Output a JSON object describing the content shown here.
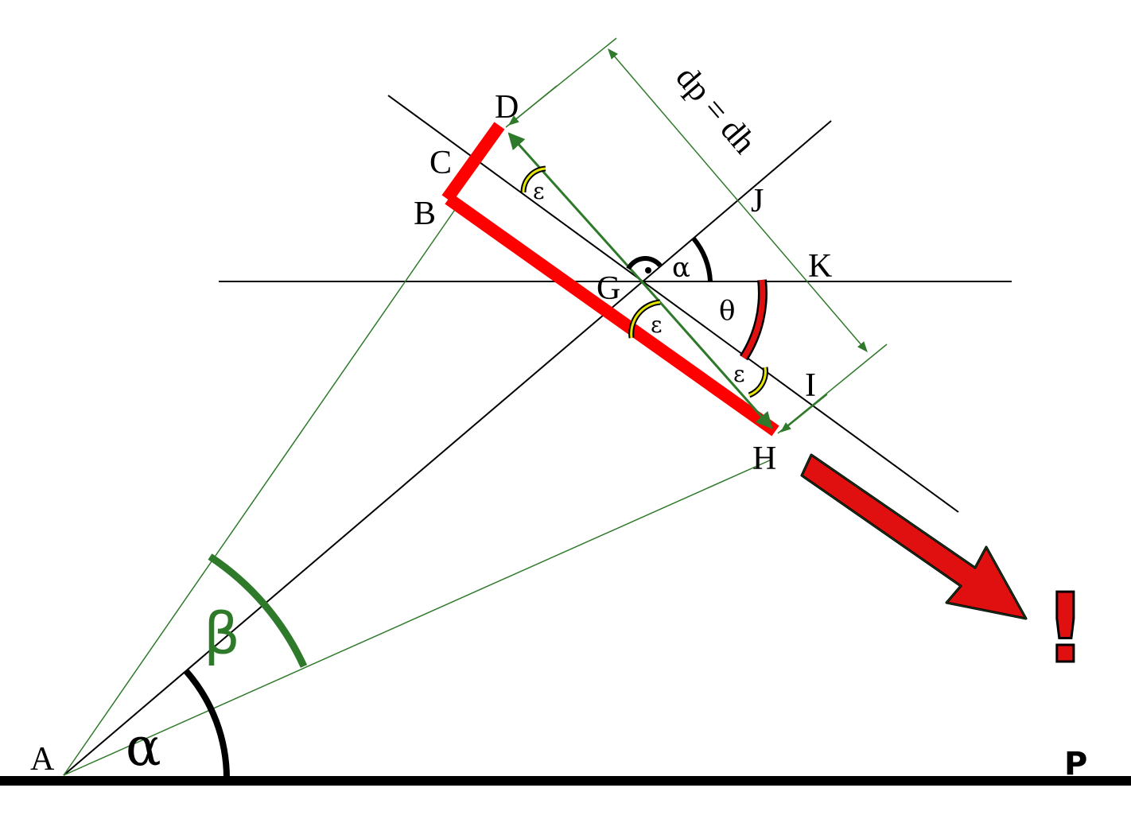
{
  "points": {
    "A": "A",
    "B": "B",
    "C": "C",
    "D": "D",
    "G": "G",
    "H": "H",
    "I": "I",
    "J": "J",
    "K": "K"
  },
  "angles": {
    "alpha": "α",
    "beta": "β",
    "theta": "θ",
    "epsilon": "ε"
  },
  "dimension_label": "dp = dh",
  "exclamation": "!",
  "corner_mark": "P",
  "colors": {
    "beam": "#ff0000",
    "construction": "#2f7a2a",
    "lines": "#000000",
    "epsilon_arc": "#e6e600",
    "theta_arc": "#e01010"
  }
}
